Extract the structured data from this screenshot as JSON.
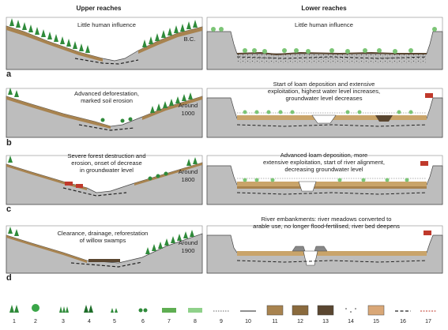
{
  "headers": {
    "upper": "Upper reaches",
    "lower": "Lower reaches"
  },
  "rows": [
    {
      "letter": "a",
      "era": [
        "B.C."
      ],
      "upper_caption": [
        "Little human influence"
      ],
      "lower_caption": [
        "Little human influence"
      ]
    },
    {
      "letter": "b",
      "era": [
        "Around",
        "1000"
      ],
      "upper_caption": [
        "Advanced deforestation,",
        "marked soil erosion"
      ],
      "lower_caption": [
        "Start of loam deposition and extensive",
        "exploitation, highest water level increases,",
        "groundwater level decreases"
      ]
    },
    {
      "letter": "c",
      "era": [
        "Around",
        "1800"
      ],
      "upper_caption": [
        "Severe forest destruction and",
        "erosion, onset of decrease",
        "in groundwater level"
      ],
      "lower_caption": [
        "Advanced loam deposition, more",
        "extensive exploitation, start of river alignment,",
        "decreasing groundwater level"
      ]
    },
    {
      "letter": "d",
      "era": [
        "Around",
        "1900"
      ],
      "upper_caption": [
        "Clearance, drainage, reforestation",
        "of willow swamps"
      ],
      "lower_caption": [
        "River embankments: river meadows converted to",
        "arable use, no longer flood-fertilised, river bed deepens"
      ]
    }
  ],
  "legend": [
    "1",
    "2",
    "3",
    "4",
    "5",
    "6",
    "7",
    "8",
    "9",
    "10",
    "11",
    "12",
    "13",
    "14",
    "15",
    "16",
    "17"
  ],
  "colors": {
    "rock": "#bdbdbd",
    "soil": "#a8834f",
    "loam": "#c9a46a",
    "dark_sediment": "#5a4630",
    "tree": "#2f8a3a",
    "meadow": "#7cc576",
    "gravel": "#6d6d6d",
    "house": "#c0392b"
  }
}
